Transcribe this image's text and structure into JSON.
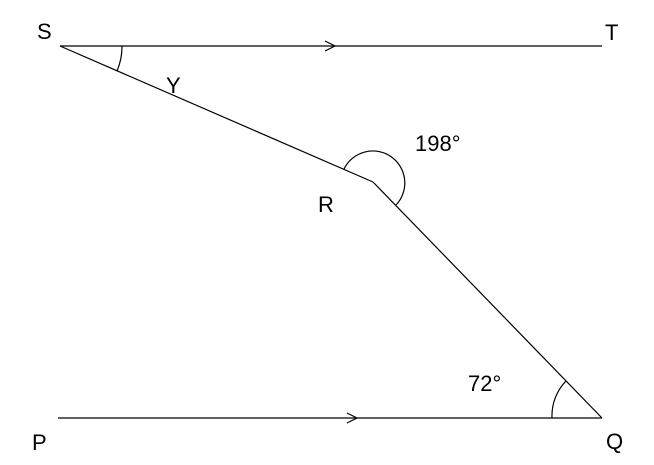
{
  "diagram": {
    "points": {
      "S": "S",
      "T": "T",
      "R": "R",
      "P": "P",
      "Q": "Q"
    },
    "angles": {
      "at_S": "Y",
      "at_R": "198°",
      "at_Q": "72°"
    }
  }
}
